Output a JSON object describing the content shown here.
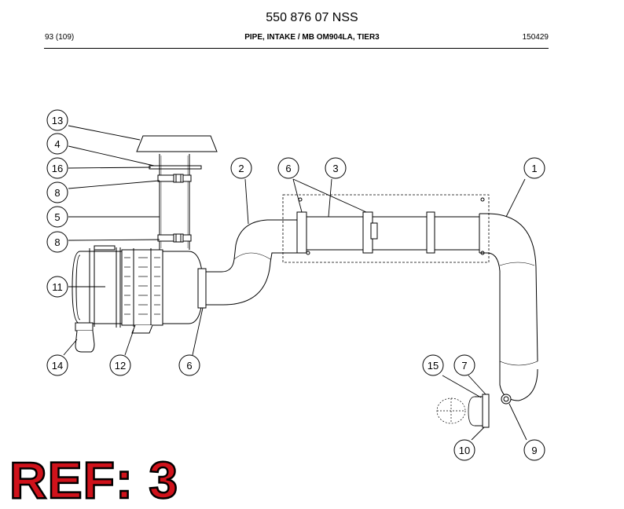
{
  "header": {
    "doc_number": "550 876 07 NSS",
    "page": "93 (109)",
    "title": "PIPE, INTAKE / MB OM904LA, TIER3",
    "date_code": "150429"
  },
  "callouts": [
    "13",
    "4",
    "16",
    "8",
    "5",
    "8",
    "11",
    "14",
    "12",
    "6",
    "2",
    "6",
    "3",
    "1",
    "15",
    "7",
    "10",
    "9"
  ],
  "ref_label": "REF: 3",
  "colors": {
    "ref_text": "#d0121b",
    "line": "#000000"
  }
}
